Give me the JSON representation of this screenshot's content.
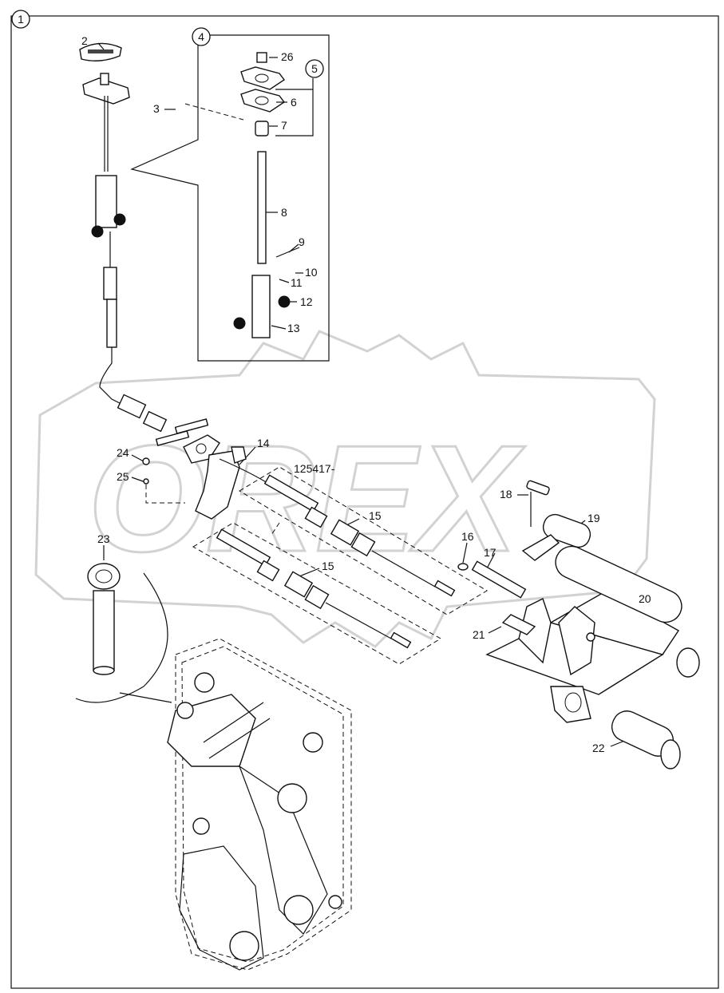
{
  "diagram": {
    "main_group_ref": "1",
    "detail_views": [
      "4",
      "5"
    ],
    "serial_note": "125417-",
    "watermark": "OREX",
    "part_callouts": [
      "2",
      "3",
      "26",
      "6",
      "7",
      "8",
      "9",
      "10",
      "11",
      "12",
      "13",
      "14",
      "24",
      "25",
      "15",
      "15",
      "16",
      "17",
      "18",
      "19",
      "20",
      "21",
      "22",
      "23"
    ]
  }
}
